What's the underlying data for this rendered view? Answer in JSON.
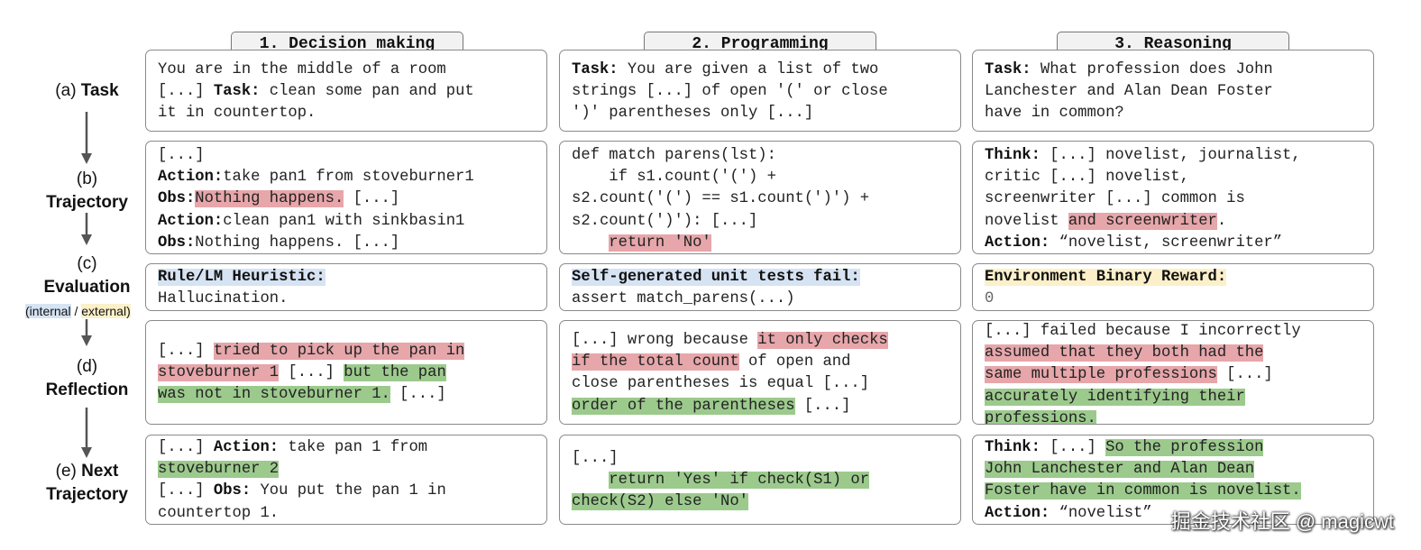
{
  "headers": [
    "1. Decision making",
    "2. Programming",
    "3. Reasoning"
  ],
  "labels": {
    "task_prefix": "(a) ",
    "task": "Task",
    "trajectory_prefix": "(b)",
    "trajectory": "Trajectory",
    "evaluation_prefix": "(c)",
    "evaluation": "Evaluation",
    "eval_internal": "(internal",
    "eval_sep": " / ",
    "eval_external": "external)",
    "reflection_prefix": "(d)",
    "reflection": "Reflection",
    "next_prefix": "(e) ",
    "next_1": "Next",
    "next_2": "Trajectory"
  },
  "colors": {
    "red": "#e6a6aa",
    "green": "#9cca8d",
    "blue": "#d6e3f3",
    "yellow": "#fbf0c9"
  },
  "decision": {
    "task_1": "You are in the middle of a room\n[...] ",
    "task_kw": "Task:",
    "task_2": " clean some pan and put\nit in countertop.",
    "traj_1": "[...]\n",
    "traj_action1_kw": "Action:",
    "traj_action1": "take pan1 from stoveburner1\n",
    "traj_obs1_kw": "Obs:",
    "traj_obs1_hl": "Nothing happens.",
    "traj_obs1_rest": " [...]\n",
    "traj_action2_kw": "Action:",
    "traj_action2": "clean pan1 with sinkbasin1\n",
    "traj_obs2_kw": "Obs:",
    "traj_obs2": "Nothing happens. [...]",
    "eval_title": "Rule/LM Heuristic:",
    "eval_text": "Hallucination.",
    "refl_1": "[...] ",
    "refl_red": "tried to pick up the pan in\nstoveburner 1",
    "refl_2": " [...] ",
    "refl_green": "but the pan\nwas not in stoveburner 1.",
    "refl_3": " [...]",
    "next_1": "[...] ",
    "next_action_kw": "Action:",
    "next_2": " take pan 1 from\n",
    "next_green": "stoveburner 2",
    "next_3": "\n[...] ",
    "next_obs_kw": "Obs:",
    "next_4": " You put the pan 1 in\ncountertop 1."
  },
  "programming": {
    "task_kw": "Task:",
    "task_text": " You are given a list of two\nstrings [...] of open '(' or close\n')' parentheses only [...]",
    "traj_code": "def match parens(lst):\n    if s1.count('(') +\ns2.count('(') == s1.count(')') +\ns2.count(')'): [...]\n    ",
    "traj_red": "return 'No'",
    "eval_title": "Self-generated unit tests fail:",
    "eval_text": "assert match_parens(...)",
    "refl_1": "[...] wrong because ",
    "refl_red": "it only checks\nif the total count",
    "refl_2": " of open and\nclose parentheses is equal [...]\n",
    "refl_green": "order of the parentheses",
    "refl_3": " [...]",
    "next_1": "[...]\n    ",
    "next_green": "return 'Yes' if check(S1) or\ncheck(S2) else 'No'"
  },
  "reasoning": {
    "task_kw": "Task:",
    "task_text": " What profession does John\nLanchester and Alan Dean Foster\nhave in common?",
    "traj_think_kw": "Think:",
    "traj_1": " [...] novelist, journalist,\ncritic [...] novelist,\nscreenwriter [...] common is\nnovelist ",
    "traj_red": "and screenwriter",
    "traj_2": ".\n",
    "traj_action_kw": "Action:",
    "traj_3": " “novelist, screenwriter”",
    "eval_title": "Environment Binary Reward:",
    "eval_text": "0",
    "refl_1": "[...] failed because I incorrectly\n",
    "refl_red": "assumed that they both had the\nsame multiple professions",
    "refl_2": " [...]\n",
    "refl_green": "accurately identifying their\nprofessions.",
    "next_think_kw": "Think:",
    "next_1": " [...] ",
    "next_green": "So the profession\nJohn Lanchester and Alan Dean\nFoster have in common is novelist.",
    "next_2": "\n",
    "next_action_kw": "Action:",
    "next_3": " “novelist”"
  },
  "watermark": "掘金技术社区 @ magicwt"
}
